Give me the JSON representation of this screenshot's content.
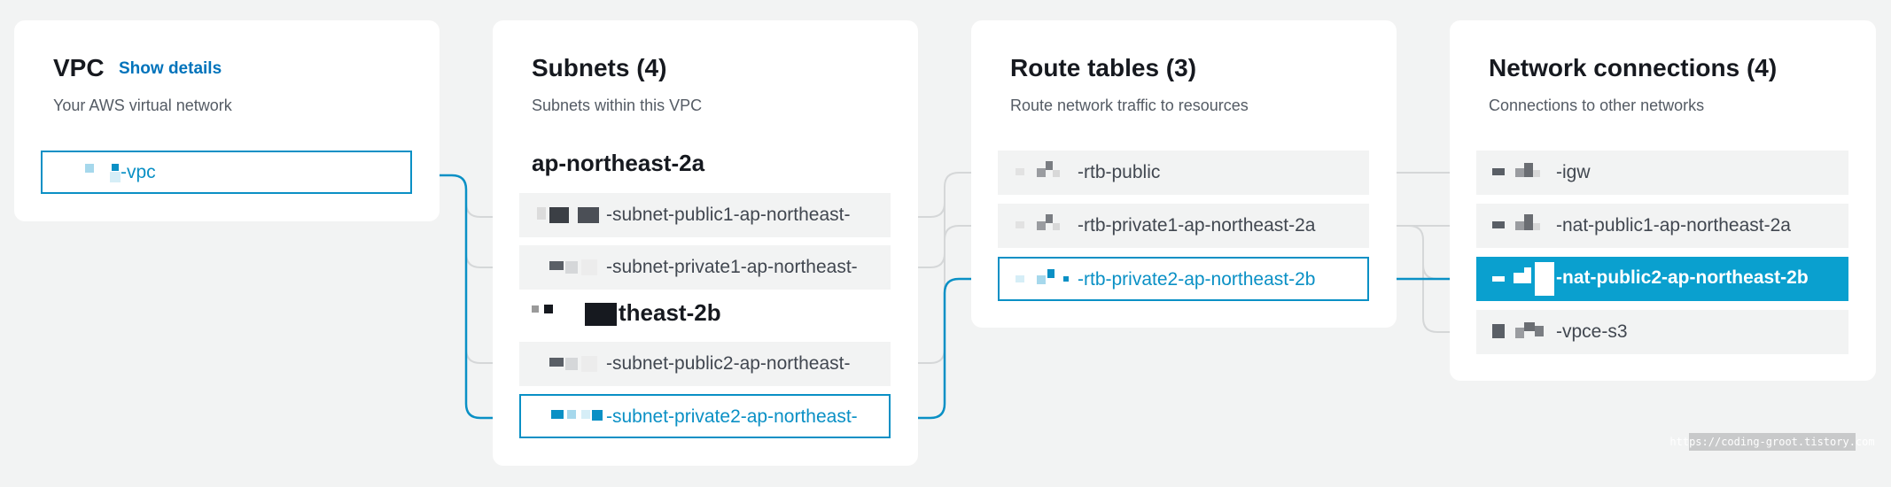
{
  "vpc": {
    "title": "VPC",
    "show_details": "Show details",
    "description": "Your AWS virtual network",
    "node_label": "-vpc"
  },
  "subnets": {
    "title": "Subnets (4)",
    "description": "Subnets within this VPC",
    "az1_heading": "ap-northeast-2a",
    "az2_heading": "theast-2b",
    "items": [
      {
        "label": "-subnet-public1-ap-northeast-"
      },
      {
        "label": "-subnet-private1-ap-northeast-"
      },
      {
        "label": "-subnet-public2-ap-northeast-"
      },
      {
        "label": "-subnet-private2-ap-northeast-"
      }
    ]
  },
  "route_tables": {
    "title": "Route tables (3)",
    "description": "Route network traffic to resources",
    "items": [
      {
        "label": "-rtb-public"
      },
      {
        "label": "-rtb-private1-ap-northeast-2a"
      },
      {
        "label": "-rtb-private2-ap-northeast-2b"
      }
    ]
  },
  "network_connections": {
    "title": "Network connections (4)",
    "description": "Connections to other networks",
    "items": [
      {
        "label": "-igw"
      },
      {
        "label": "-nat-public1-ap-northeast-2a"
      },
      {
        "label": "-nat-public2-ap-northeast-2b"
      },
      {
        "label": "-vpce-s3"
      }
    ]
  },
  "watermark": "https://coding-groot.tistory.com",
  "colors": {
    "accent": "#0a90c5",
    "highlight_bg": "#0aa0cf",
    "link": "#0073bb",
    "connector_muted": "#d5d7d8",
    "page_bg": "#f2f3f3"
  }
}
